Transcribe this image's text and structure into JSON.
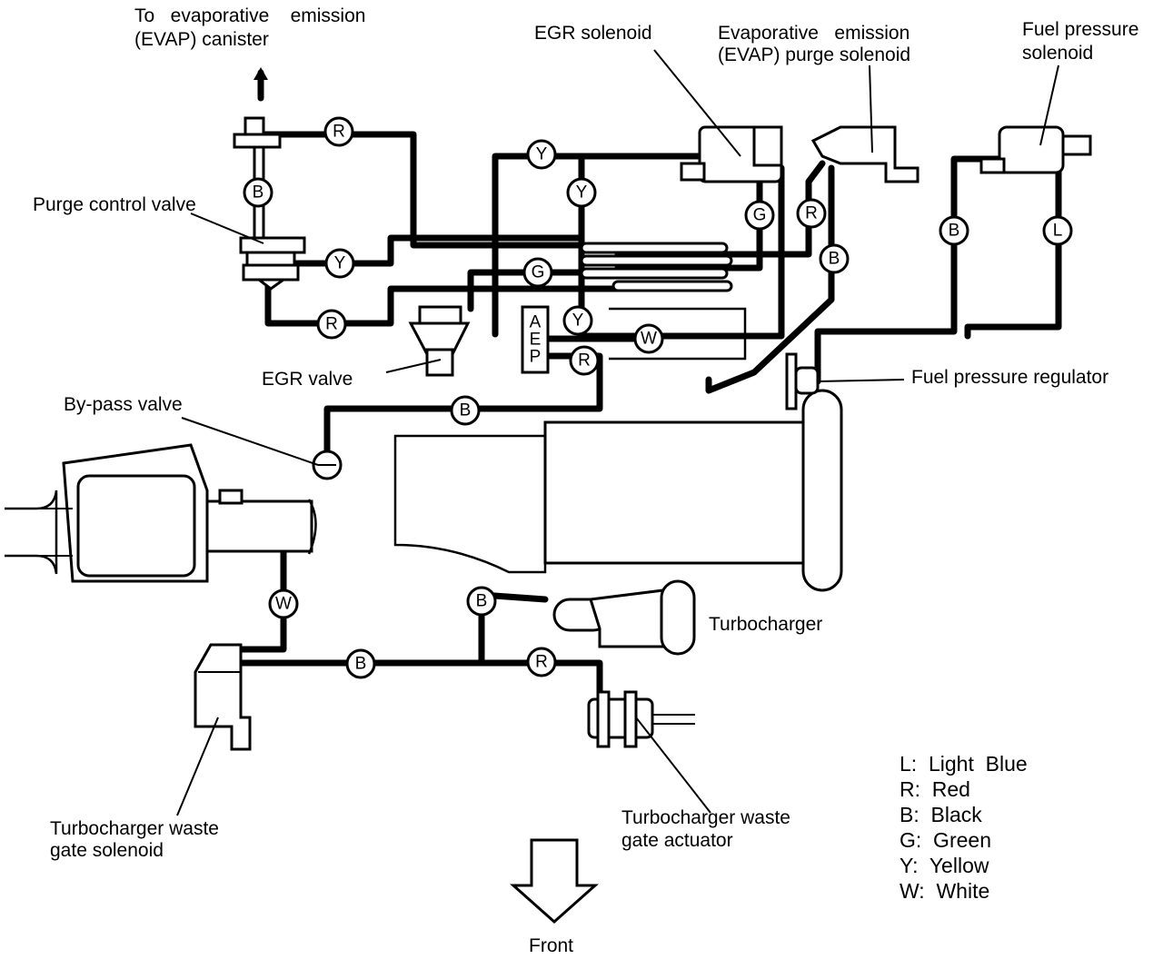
{
  "labels": {
    "to_evap_line1": "To   evaporative    emission",
    "to_evap_line2": "(EVAP) canister",
    "egr_solenoid": "EGR solenoid",
    "evap_purge_line1": "Evaporative   emission",
    "evap_purge_line2": "(EVAP) purge solenoid",
    "fuel_press_sol_line1": "Fuel pressure",
    "fuel_press_sol_line2": "solenoid",
    "purge_control_valve": "Purge control valve",
    "egr_valve": "EGR valve",
    "fuel_pressure_regulator": "Fuel pressure regulator",
    "bypass_valve": "By-pass valve",
    "turbocharger": "Turbocharger",
    "wastegate_solenoid_line1": "Turbocharger waste",
    "wastegate_solenoid_line2": "gate solenoid",
    "wastegate_actuator_line1": "Turbocharger waste",
    "wastegate_actuator_line2": "gate actuator",
    "front": "Front",
    "aep": [
      "A",
      "E",
      "P"
    ]
  },
  "hose_tags": {
    "r1": "R",
    "b1": "B",
    "y1": "Y",
    "r2": "R",
    "y2": "Y",
    "y3": "Y",
    "g1": "G",
    "g2": "G",
    "r3": "R",
    "b2": "B",
    "b3": "B",
    "l1": "L",
    "y4": "Y",
    "w1": "W",
    "r4": "R",
    "b4": "B",
    "w2": "W",
    "b5": "B",
    "b6": "B",
    "r5": "R"
  },
  "legend": [
    "L:  Light  Blue",
    "R:  Red",
    "B:  Black",
    "G:  Green",
    "Y:  Yellow",
    "W:  White"
  ],
  "colors": {
    "ink": "#000000",
    "paper": "#ffffff"
  }
}
